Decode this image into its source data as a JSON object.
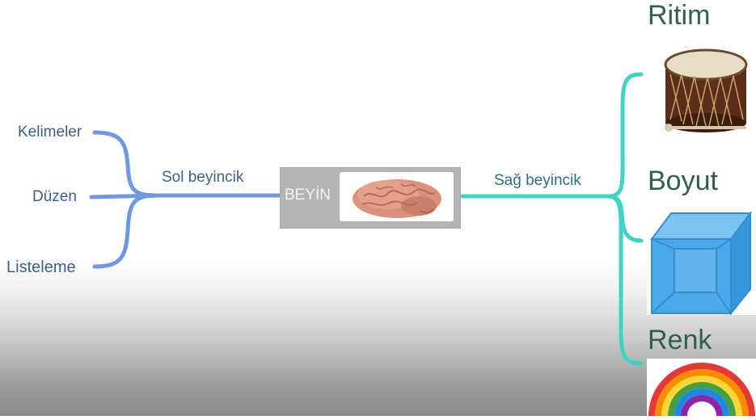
{
  "center": {
    "label": "BEYİN",
    "image_icon": "brain-icon"
  },
  "left_branch": {
    "label": "Sol beyincik",
    "color": "#6f98e3",
    "items": [
      "Kelimeler",
      "Düzen",
      "Listeleme"
    ]
  },
  "right_branch": {
    "label": "Sağ beyincik",
    "color": "#3fd3c4",
    "items": [
      {
        "title": "Ritim",
        "icon": "drum-icon"
      },
      {
        "title": "Boyut",
        "icon": "cube-icon"
      },
      {
        "title": "Renk",
        "icon": "rainbow-icon"
      }
    ]
  }
}
